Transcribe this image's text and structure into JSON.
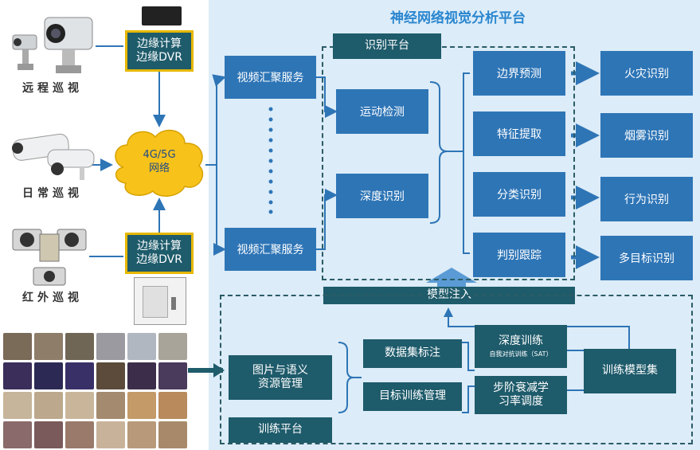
{
  "title": "神经网络视觉分析平台",
  "cameras": {
    "remote": "远程巡视",
    "daily": "日常巡视",
    "infrared": "红外巡视"
  },
  "edge": {
    "top": {
      "line1": "边缘计算",
      "line2": "边缘DVR"
    },
    "bottom": {
      "line1": "边缘计算",
      "line2": "边缘DVR"
    }
  },
  "network": {
    "line1": "4G/5G",
    "line2": "网络"
  },
  "video": {
    "top": "视频汇聚服务",
    "bottom": "视频汇聚服务"
  },
  "recognition_platform": {
    "label": "识别平台",
    "motion": "运动检测",
    "depth": "深度识别",
    "steps": [
      "边界预测",
      "特征提取",
      "分类识别",
      "判别跟踪"
    ],
    "results": [
      "火灾识别",
      "烟雾识别",
      "行为识别",
      "多目标识别"
    ]
  },
  "model_injection": "模型注入",
  "training_platform": {
    "label": "训练平台",
    "resource": {
      "line1": "图片与语义",
      "line2": "资源管理"
    },
    "dataset": "数据集标注",
    "target": "目标训练管理",
    "deep": {
      "line1": "深度训练",
      "line2": "自我对抗训练（SAT）"
    },
    "lr": {
      "line1": "步阶衰减学",
      "line2": "习率调度"
    },
    "model_set": "训练模型集"
  },
  "colors": {
    "blue_box": "#2e75b6",
    "teal_box": "#1e5b6b",
    "edge_border": "#e6b800",
    "cloud": "#f7c21a",
    "title": "#2a86cf",
    "panel_bg": "#dcecf8"
  }
}
